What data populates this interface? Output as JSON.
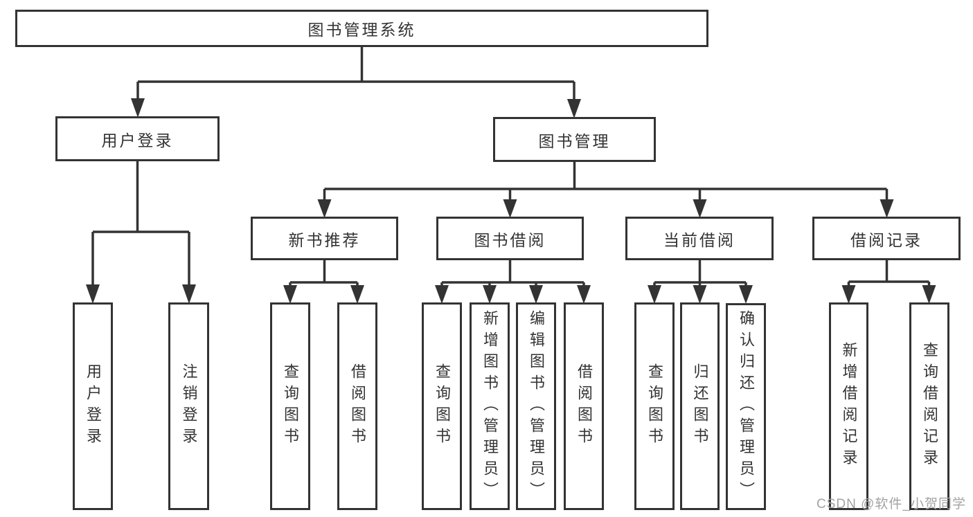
{
  "diagram": {
    "title": "图书管理系统",
    "colors": {
      "line": "#333333",
      "text": "#333333",
      "box_background": "#ffffff",
      "watermark": "#a3a3a3"
    },
    "tree": {
      "root": {
        "label": "图书管理系统"
      },
      "level2": {
        "user_login": {
          "label": "用户登录"
        },
        "book_mgmt": {
          "label": "图书管理"
        }
      },
      "level3": {
        "new_book_rec": {
          "label": "新书推荐"
        },
        "book_borrow": {
          "label": "图书借阅"
        },
        "current_borrow": {
          "label": "当前借阅"
        },
        "borrow_records": {
          "label": "借阅记录"
        }
      },
      "leaves": {
        "login": {
          "label": "用户登录"
        },
        "logout": {
          "label": "注销登录"
        },
        "rec_query_book": {
          "label": "查询图书"
        },
        "rec_borrow_book": {
          "label": "借阅图书"
        },
        "bb_query_book": {
          "label": "查询图书"
        },
        "bb_add_book": {
          "label": "新增图书（管理员）"
        },
        "bb_edit_book": {
          "label": "编辑图书（管理员）"
        },
        "bb_borrow_book": {
          "label": "借阅图书"
        },
        "cb_query_book": {
          "label": "查询图书"
        },
        "cb_return_book": {
          "label": "归还图书"
        },
        "cb_confirm_return": {
          "label": "确认归还（管理员）"
        },
        "br_add_record": {
          "label": "新增借阅记录"
        },
        "br_query_record": {
          "label": "查询借阅记录"
        }
      }
    }
  },
  "watermark": {
    "text": "CSDN @软件_小贺同学"
  }
}
